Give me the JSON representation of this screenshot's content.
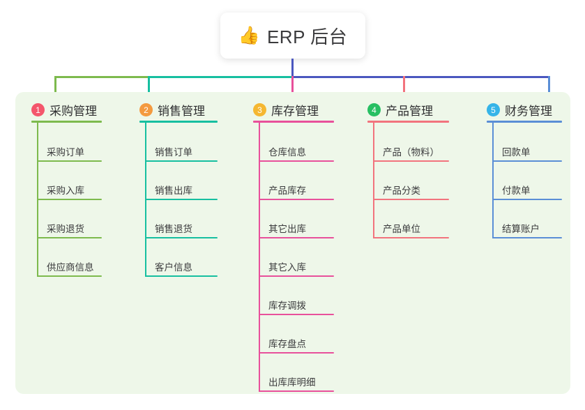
{
  "diagram": {
    "type": "tree-mindmap",
    "root": {
      "icon": "thumbs-up-icon",
      "icon_glyph": "👍",
      "label": "ERP 后台"
    },
    "panel_bg": "#eef7e9",
    "trunk_color": "#4a57bf",
    "bus_segments": [
      {
        "color": "#7dba4d"
      },
      {
        "color": "#16bfa0"
      },
      {
        "color": "#4a57bf"
      }
    ],
    "columns": [
      {
        "index": "1",
        "badge_color": "#f4566c",
        "line_color": "#7dba4d",
        "title": "采购管理",
        "items": [
          "采购订单",
          "采购入库",
          "采购退货",
          "供应商信息"
        ]
      },
      {
        "index": "2",
        "badge_color": "#f49a3f",
        "line_color": "#16bfa0",
        "title": "销售管理",
        "items": [
          "销售订单",
          "销售出库",
          "销售退货",
          "客户信息"
        ]
      },
      {
        "index": "3",
        "badge_color": "#f5b731",
        "line_color": "#e8509b",
        "title": "库存管理",
        "items": [
          "仓库信息",
          "产品库存",
          "其它出库",
          "其它入库",
          "库存调拨",
          "库存盘点",
          "出库库明细"
        ]
      },
      {
        "index": "4",
        "badge_color": "#27bf62",
        "line_color": "#f2737d",
        "title": "产品管理",
        "items": [
          "产品（物料）",
          "产品分类",
          "产品单位"
        ]
      },
      {
        "index": "5",
        "badge_color": "#35b4e8",
        "line_color": "#5a8ed6",
        "title": "财务管理",
        "items": [
          "回款单",
          "付款单",
          "结算账户"
        ]
      }
    ]
  }
}
